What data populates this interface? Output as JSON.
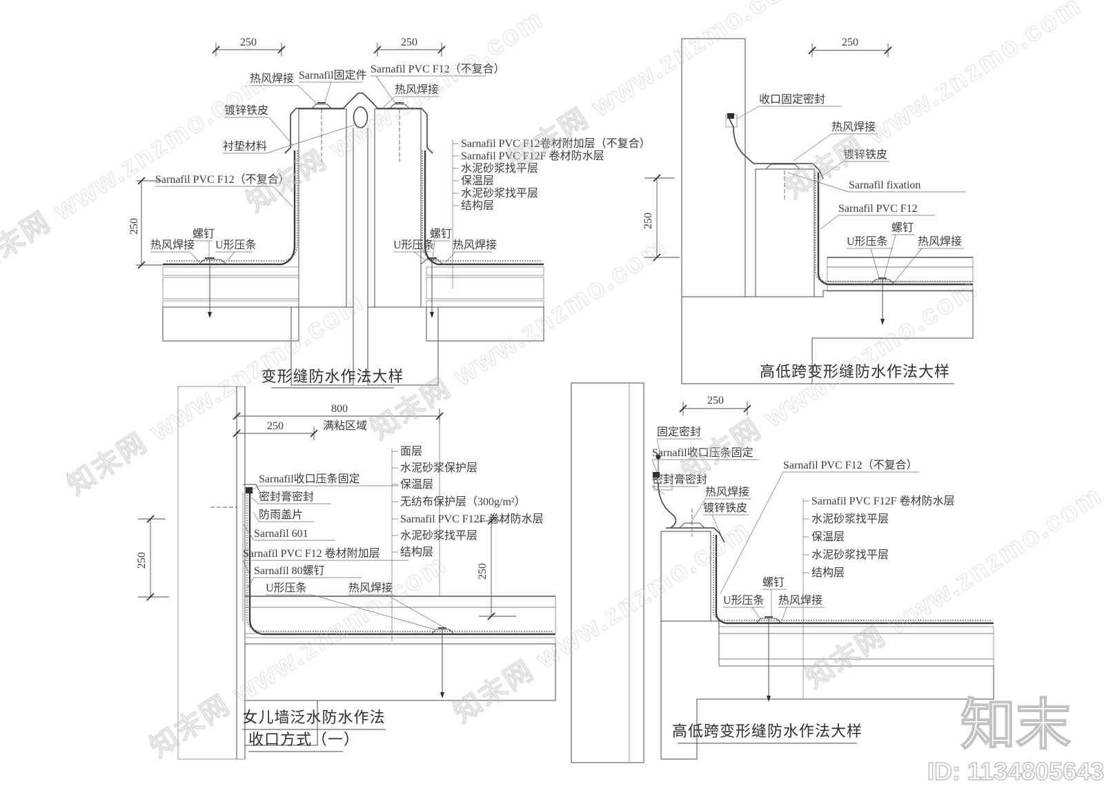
{
  "watermark": {
    "text": "知末网 www.znzmo.com",
    "logo": "知末",
    "id": "ID: 1134805643"
  },
  "panel_a": {
    "title": "变形缝防水作法大样",
    "dim_top_left": "250",
    "dim_top_right": "250",
    "dim_left": "250",
    "labels": {
      "weld_tl": "热风焊接",
      "fixture": "Sarnafil固定件",
      "pvc_top": "Sarnafil PVC F12（不复合）",
      "weld_tr": "热风焊接",
      "galvanized": "镀锌铁皮",
      "cushion": "衬垫材料",
      "pvc_left": "Sarnafil PVC F12（不复合）",
      "screw_l": "螺钉",
      "weld_l": "热风焊接",
      "ubar_l": "U形压条",
      "ubar_r": "U形压条",
      "screw_r": "螺钉",
      "weld_r": "热风焊接"
    },
    "layers": [
      "Sarnafil PVC F12卷材附加层（不复合）",
      "Sarnafil PVC F12F 卷材防水层",
      "水泥砂浆找平层",
      "保温层",
      "水泥砂浆找平层",
      "结构层"
    ]
  },
  "panel_b": {
    "title": "高低跨变形缝防水作法大样",
    "dim_top": "250",
    "dim_left": "250",
    "labels": {
      "seal_fix": "收口固定密封",
      "weld_top": "热风焊接",
      "galvanized": "镀锌铁皮",
      "fixation": "Sarnafil fixation",
      "pvc": "Sarnafil PVC F12",
      "ubar": "U形压条",
      "screw": "螺钉",
      "weld_bottom": "热风焊接"
    }
  },
  "panel_c": {
    "title_line1": "女儿墙泛水防水作法",
    "title_line2": "收口方式（一）",
    "dim_800": "800",
    "dim_250_top": "250",
    "dim_left": "250",
    "full_bond": "满粘区域",
    "labels": {
      "strip_fix": "Sarnafil收口压条固定",
      "sealant": "密封膏密封",
      "rain_cover": "防雨盖片",
      "s601": "Sarnafil 601",
      "add_layer": "Sarnafil PVC F12 卷材附加层",
      "screw80": "Sarnafil 80螺钉",
      "ubar": "U形压条",
      "weld": "热风焊接"
    },
    "layers": [
      "面层",
      "水泥砂浆保护层",
      "保温层",
      "无纺布保护层（300g/m²）",
      "Sarnafil PVC F12F 卷材防水层",
      "水泥砂浆找平层",
      "结构层"
    ]
  },
  "panel_d": {
    "title": "高低跨变形缝防水作法大样",
    "dim_top": "250",
    "dim_left": "250",
    "labels": {
      "fix_seal": "固定密封",
      "strip_fix": "Sarnafil收口压条固定",
      "sealant": "密封膏密封",
      "weld_top": "热风焊接",
      "galvanized": "镀锌铁皮",
      "pvc": "Sarnafil PVC F12（不复合）",
      "screw": "螺钉",
      "ubar": "U形压条",
      "weld_bottom": "热风焊接"
    },
    "layers": [
      "Sarnafil PVC F12F 卷材防水层",
      "水泥砂浆找平层",
      "保温层",
      "水泥砂浆找平层",
      "结构层"
    ]
  }
}
